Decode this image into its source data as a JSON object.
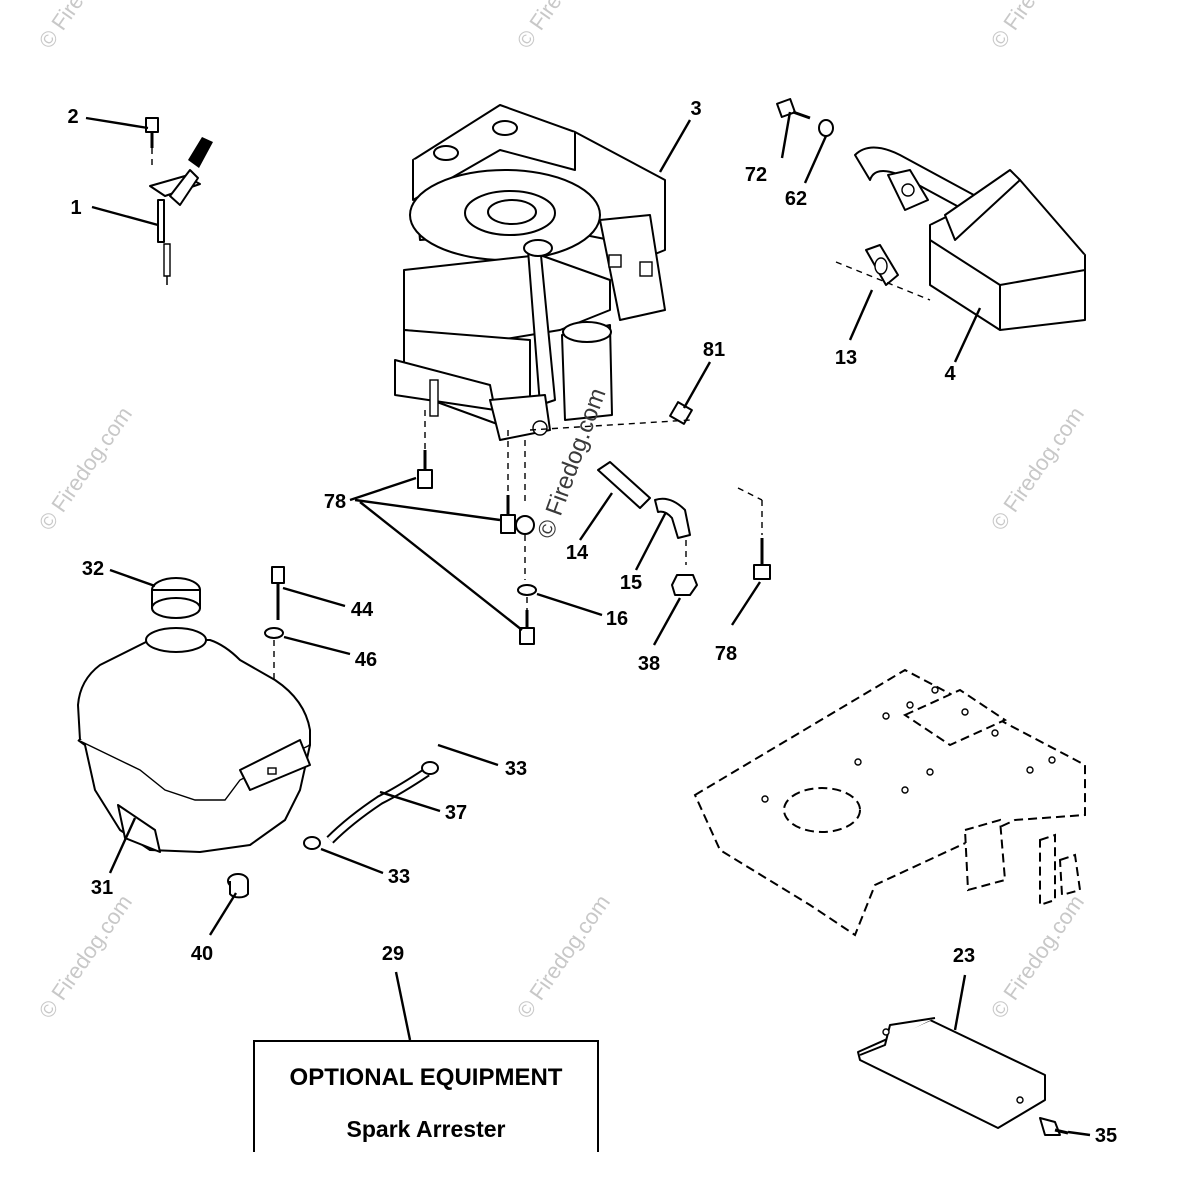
{
  "diagram": {
    "callouts": [
      {
        "id": "c1",
        "label": "1"
      },
      {
        "id": "c2",
        "label": "2"
      },
      {
        "id": "c3",
        "label": "3"
      },
      {
        "id": "c4",
        "label": "4"
      },
      {
        "id": "c13",
        "label": "13"
      },
      {
        "id": "c14",
        "label": "14"
      },
      {
        "id": "c15",
        "label": "15"
      },
      {
        "id": "c16",
        "label": "16"
      },
      {
        "id": "c23",
        "label": "23"
      },
      {
        "id": "c29",
        "label": "29"
      },
      {
        "id": "c31",
        "label": "31"
      },
      {
        "id": "c32",
        "label": "32"
      },
      {
        "id": "c33a",
        "label": "33"
      },
      {
        "id": "c33b",
        "label": "33"
      },
      {
        "id": "c35",
        "label": "35"
      },
      {
        "id": "c37",
        "label": "37"
      },
      {
        "id": "c38",
        "label": "38"
      },
      {
        "id": "c40",
        "label": "40"
      },
      {
        "id": "c44",
        "label": "44"
      },
      {
        "id": "c46",
        "label": "46"
      },
      {
        "id": "c62",
        "label": "62"
      },
      {
        "id": "c72",
        "label": "72"
      },
      {
        "id": "c78a",
        "label": "78"
      },
      {
        "id": "c78b",
        "label": "78"
      },
      {
        "id": "c81",
        "label": "81"
      }
    ],
    "watermark": "© Firedog.com",
    "optional_box": {
      "title": "OPTIONAL EQUIPMENT",
      "subtitle": "Spark Arrester"
    }
  }
}
